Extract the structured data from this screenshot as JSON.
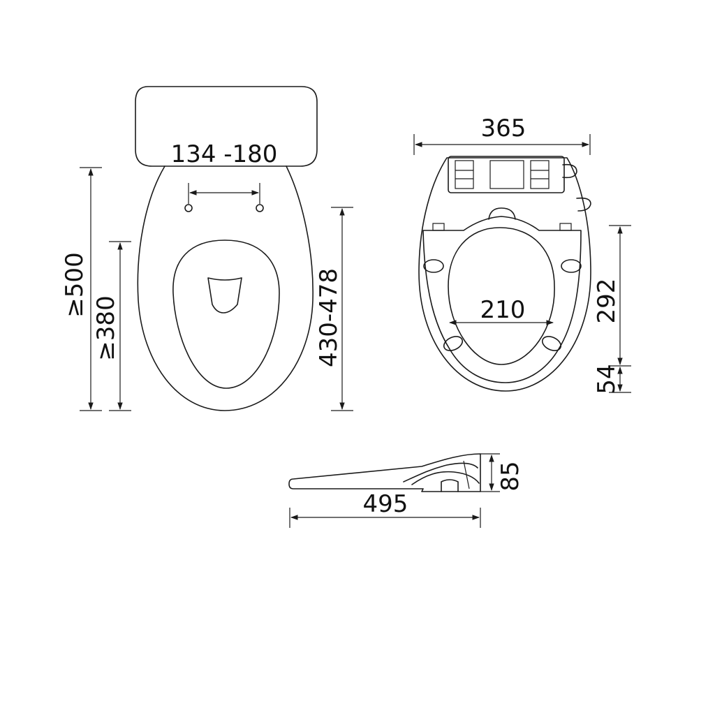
{
  "colors": {
    "ink": "#1a1a1a",
    "background": "#ffffff"
  },
  "toilet_top_view": {
    "dims": {
      "bolt_spacing": "134 -180",
      "min_length": "≥500",
      "min_seat_length": "≥380",
      "bowl_length": "430-478"
    }
  },
  "seat_top_view": {
    "dims": {
      "width": "365",
      "inner_width": "210",
      "inner_length": "292",
      "rear_offset": "54"
    }
  },
  "seat_side_view": {
    "dims": {
      "length": "495",
      "height": "85"
    }
  }
}
